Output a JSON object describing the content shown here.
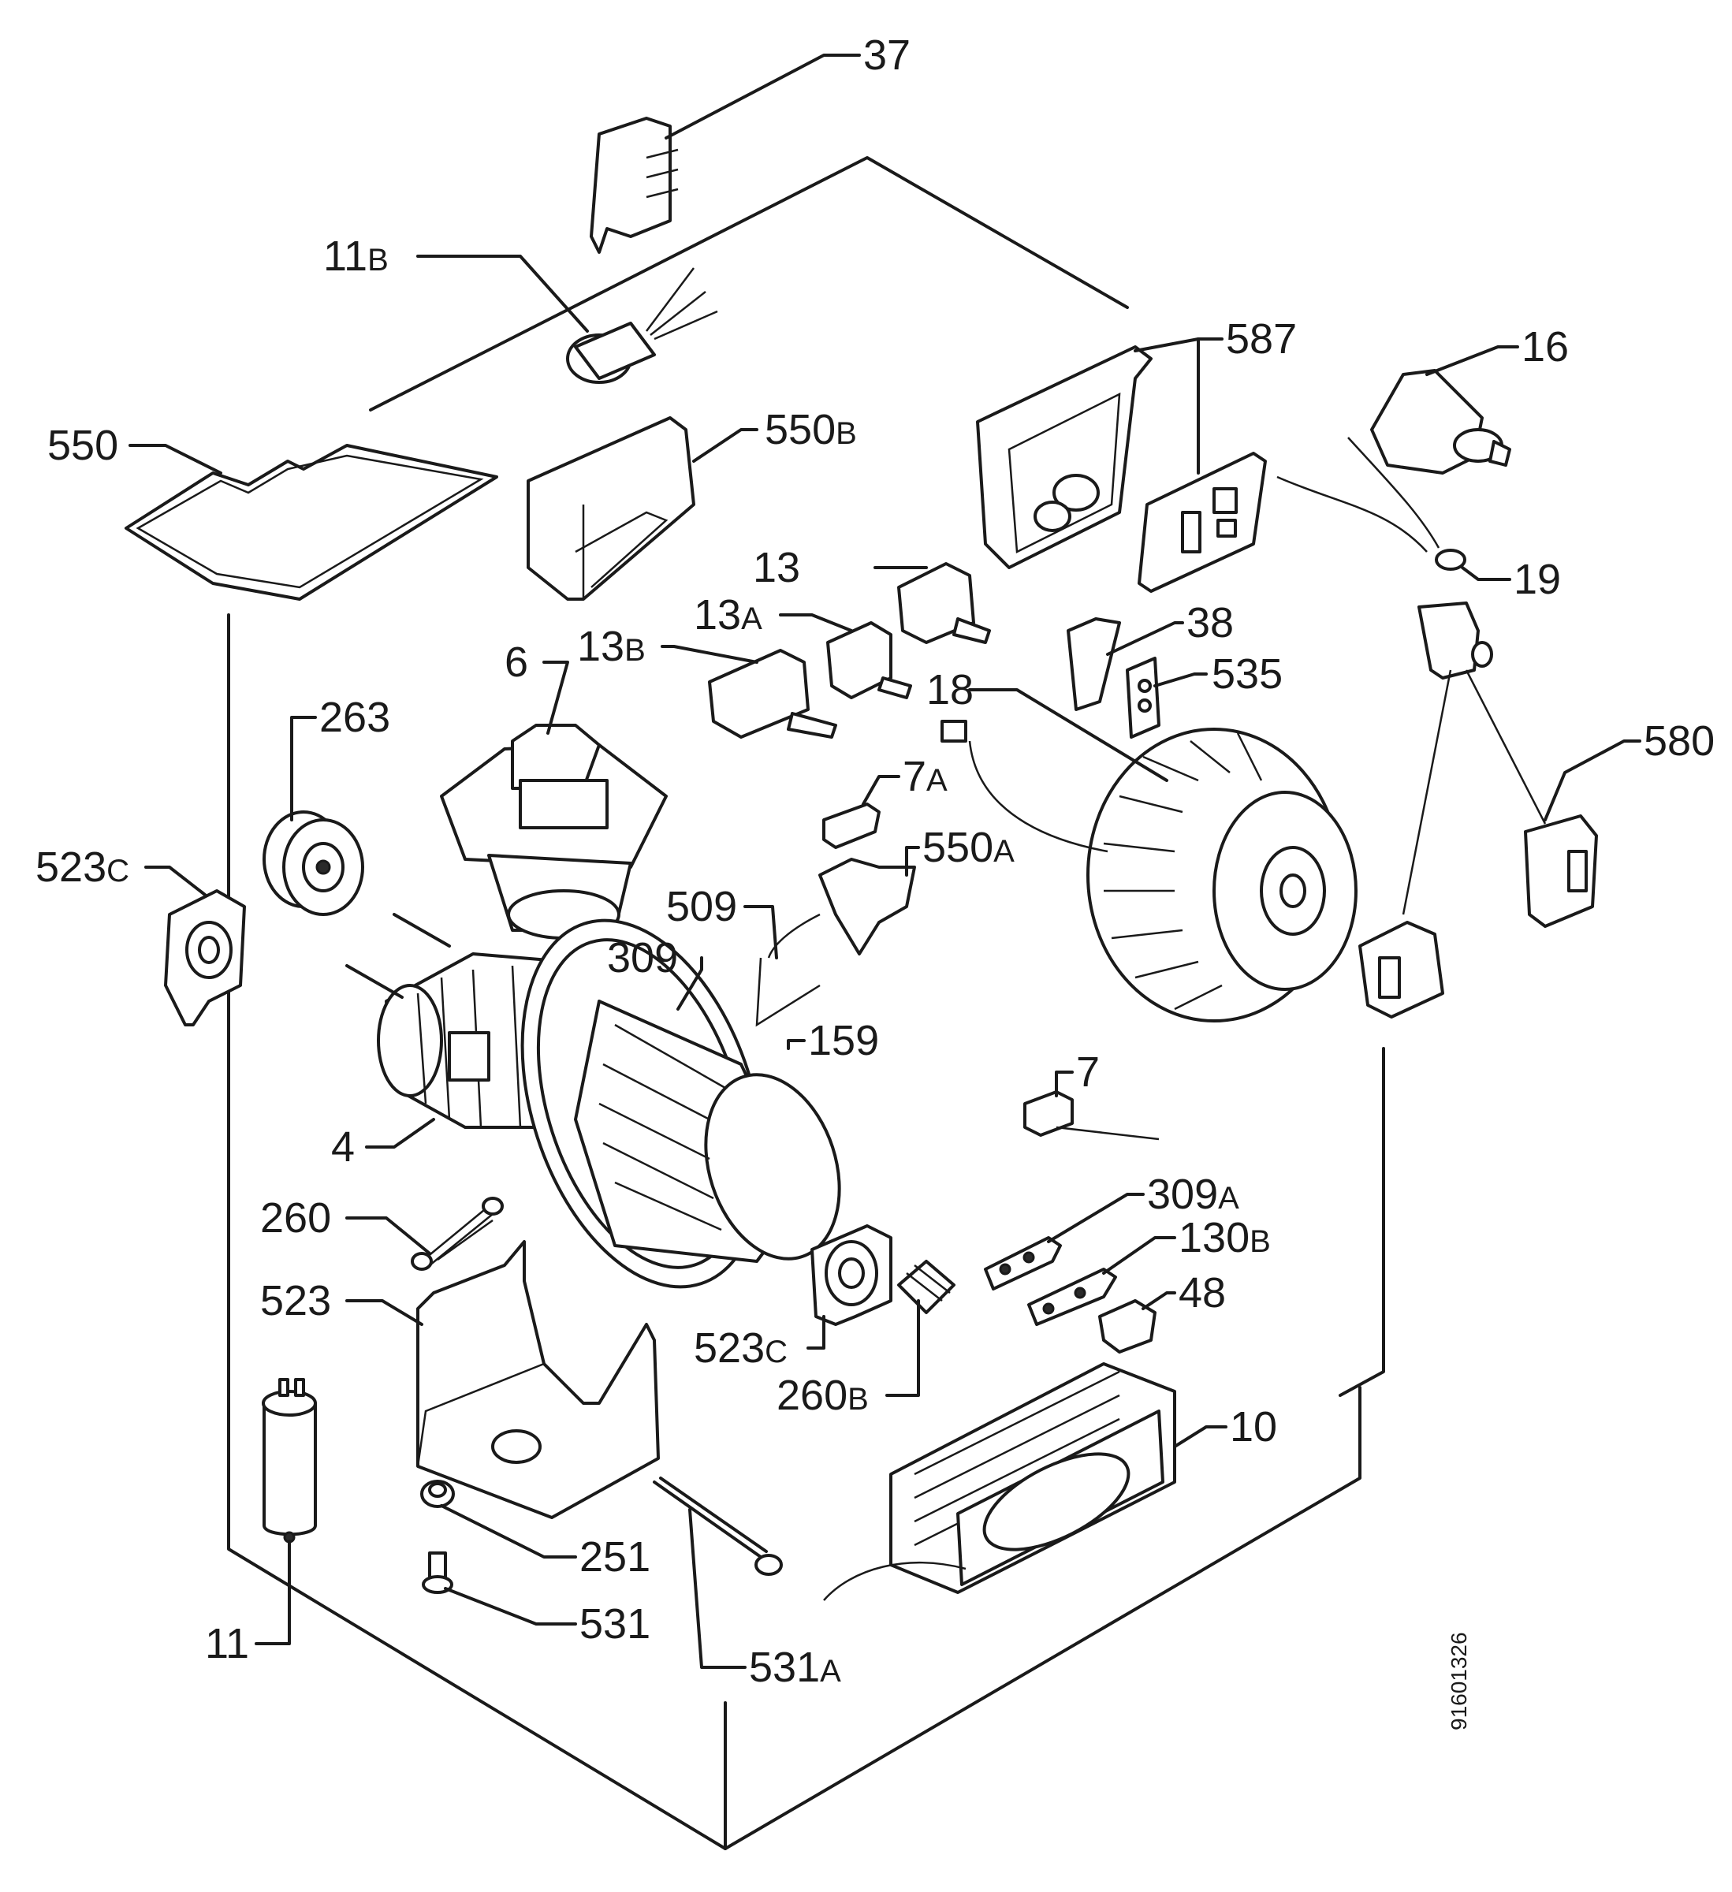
{
  "document_id": "91601326",
  "callouts": {
    "c37": "37",
    "c11b": "11",
    "c11b_suffix": "B",
    "c550": "550",
    "c550b": "550",
    "c550b_suffix": "B",
    "c587": "587",
    "c16": "16",
    "c19": "19",
    "c13": "13",
    "c13a": "13",
    "c13a_suffix": "A",
    "c13b": "13",
    "c13b_suffix": "B",
    "c6": "6",
    "c38": "38",
    "c535": "535",
    "c18": "18",
    "c580": "580",
    "c263": "263",
    "c7a": "7",
    "c7a_suffix": "A",
    "c550a": "550",
    "c550a_suffix": "A",
    "c523c_left": "523",
    "c523c_left_suffix": "C",
    "c509": "509",
    "c309": "309",
    "c159": "159",
    "c7": "7",
    "c4": "4",
    "c309a": "309",
    "c309a_suffix": "A",
    "c260": "260",
    "c130b": "130",
    "c130b_suffix": "B",
    "c48": "48",
    "c523": "523",
    "c523c_mid": "523",
    "c523c_mid_suffix": "C",
    "c260b": "260",
    "c260b_suffix": "B",
    "c10": "10",
    "c251": "251",
    "c531": "531",
    "c11": "11",
    "c531a": "531",
    "c531a_suffix": "A"
  }
}
